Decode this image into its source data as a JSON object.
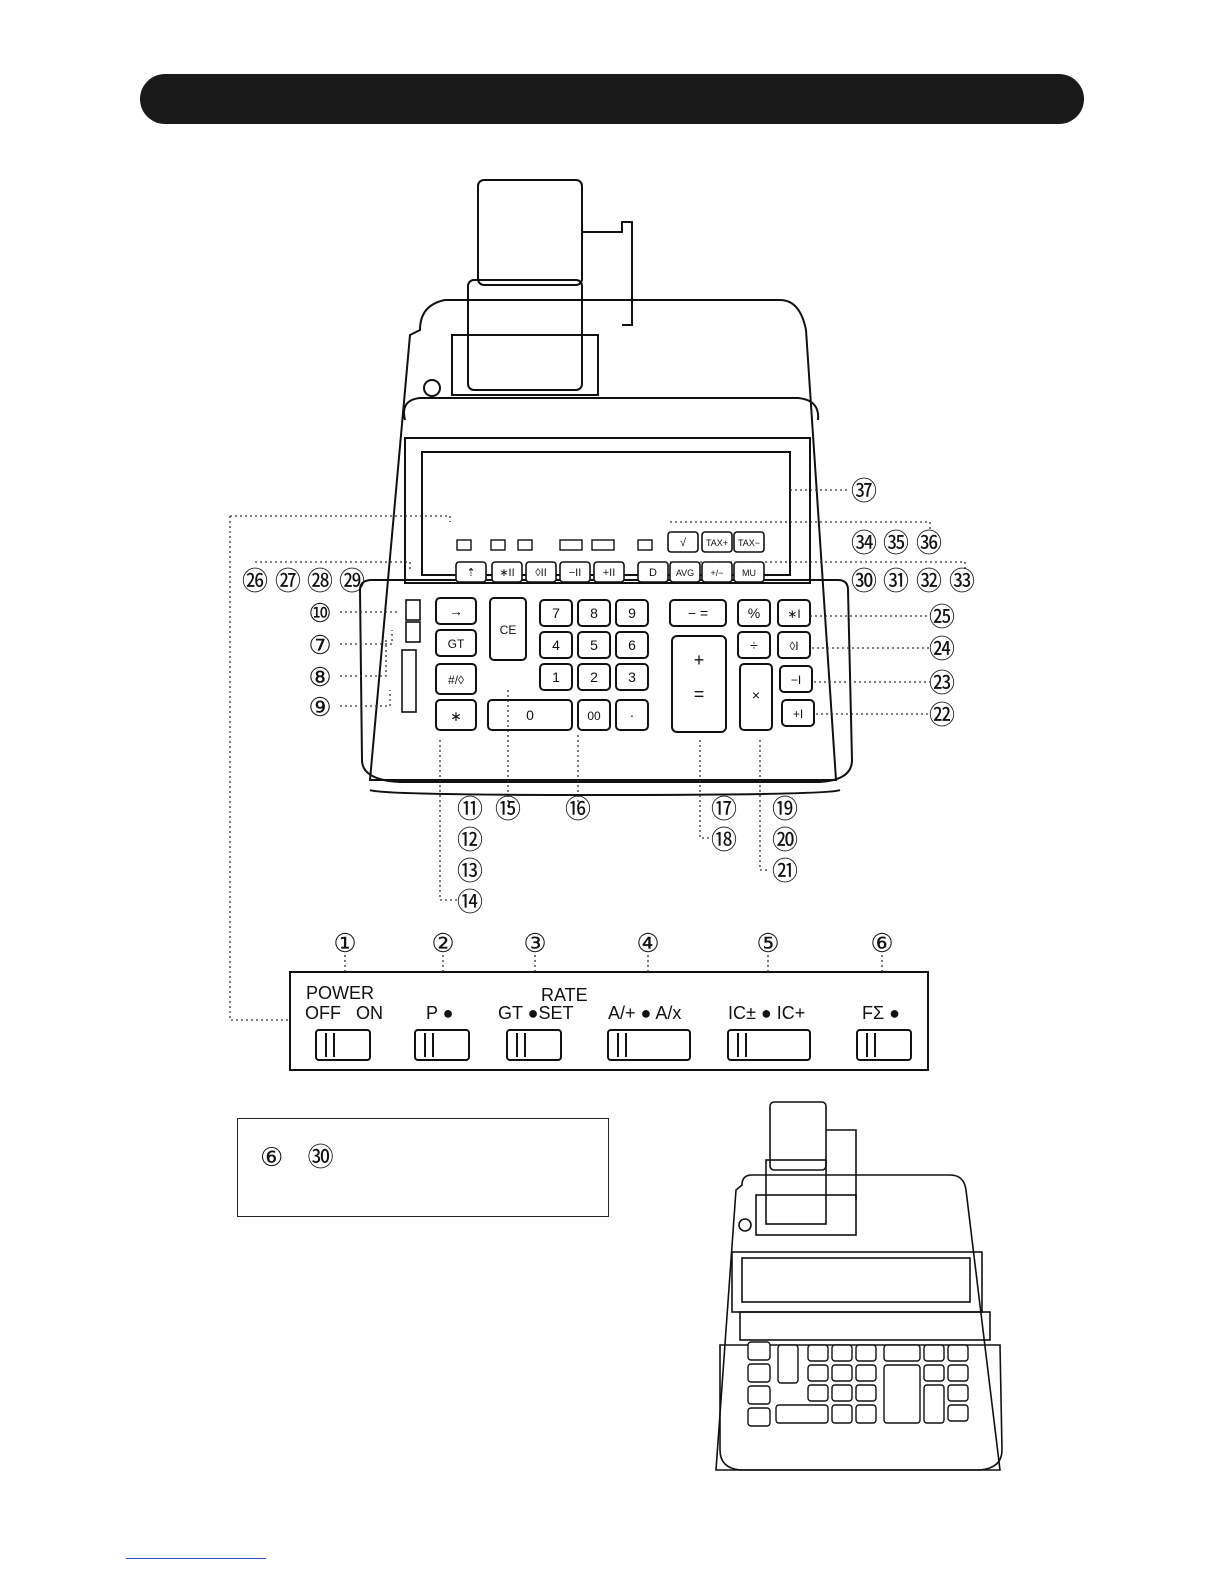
{
  "header": {
    "title": ""
  },
  "calculator": {
    "keys": {
      "arrow": "→",
      "gt": "GT",
      "pct_hash": "#/◊",
      "star": "∗",
      "ce": "CE",
      "digits": [
        "7",
        "8",
        "9",
        "4",
        "5",
        "6",
        "1",
        "2",
        "3"
      ],
      "zero": "0",
      "double_zero": "00",
      "dot": "·",
      "minus_eq": "− =",
      "plus": "+",
      "equals": "=",
      "percent": "%",
      "divide": "÷",
      "multiply": "×",
      "mem_star": "∗I",
      "mem_diamond": "◊I",
      "mem_minus": "−I",
      "mem_plus": "+I",
      "sqrt": "√",
      "tax_plus": "TAX+",
      "tax_minus": "TAX−",
      "d": "D",
      "avg": "AVG",
      "plus_minus": "+/−",
      "mu": "MU",
      "gt_mem_star": "∗II",
      "gt_mem_diamond": "◊II",
      "gt_mem_minus": "−II",
      "gt_mem_plus": "+II",
      "feed": "⇡"
    }
  },
  "callouts": [
    "①",
    "②",
    "③",
    "④",
    "⑤",
    "⑥",
    "⑦",
    "⑧",
    "⑨",
    "⑩",
    "⑪",
    "⑫",
    "⑬",
    "⑭",
    "⑮",
    "⑯",
    "⑰",
    "⑱",
    "⑲",
    "⑳",
    "㉑",
    "㉒",
    "㉓",
    "㉔",
    "㉕",
    "㉖",
    "㉗",
    "㉘",
    "㉙",
    "㉚",
    "㉛",
    "㉜",
    "㉝",
    "㉞",
    "㉟",
    "㊱",
    "㊲"
  ],
  "switch_panel": {
    "power_label": "POWER",
    "power_states": "OFF   ON",
    "p_label": "P  ●",
    "rate_label": "RATE",
    "gt_set_label": "GT ●SET",
    "a_label": "A/+ ● A/x",
    "ic_label": "IC± ● IC+",
    "f_label": "FΣ ●"
  },
  "note": {
    "refs": "⑥ ㉚"
  }
}
